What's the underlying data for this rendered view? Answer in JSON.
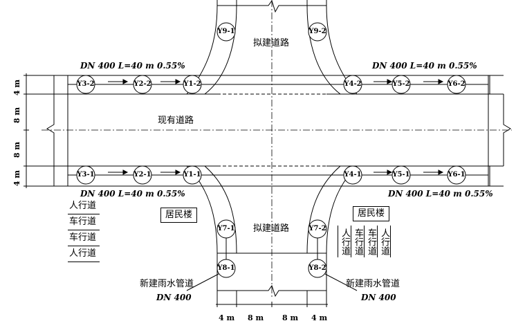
{
  "labels": {
    "pipe_spec_top_left": "DN 400 L=40 m 0.55%",
    "pipe_spec_top_right": "DN 400 L=40 m 0.55%",
    "pipe_spec_bottom_left": "DN 400 L=40 m 0.55%",
    "pipe_spec_bottom_right": "DN 400 L=40 m 0.55%",
    "existing_road": "现有道路",
    "planned_road_top": "拟建道路",
    "planned_road_bottom": "拟建道路",
    "residential_left": "居民楼",
    "residential_right": "居民楼",
    "new_pipe_left": "新建雨水管道",
    "new_pipe_right": "新建雨水管道",
    "new_pipe_left_dn": "DN 400",
    "new_pipe_right_dn": "DN 400"
  },
  "legend_left": [
    "人行道",
    "车行道",
    "车行道",
    "人行道"
  ],
  "legend_right": [
    "人行道",
    "车行道",
    "车行道",
    "人行道"
  ],
  "dims_vertical": [
    "4 m",
    "8 m",
    "8 m",
    "4 m"
  ],
  "dims_horizontal": [
    "4 m",
    "8 m",
    "8 m",
    "4 m"
  ],
  "manholes_top": [
    "Y3-2",
    "Y2-2",
    "Y1-2",
    "Y4-2",
    "Y5-2",
    "Y6-2"
  ],
  "manholes_bottom": [
    "Y3-1",
    "Y2-1",
    "Y1-1",
    "Y4-1",
    "Y5-1",
    "Y6-1"
  ],
  "manholes_branch": [
    "Y9-1",
    "Y9-2",
    "Y7-1",
    "Y7-2",
    "Y8-1",
    "Y8-2"
  ]
}
